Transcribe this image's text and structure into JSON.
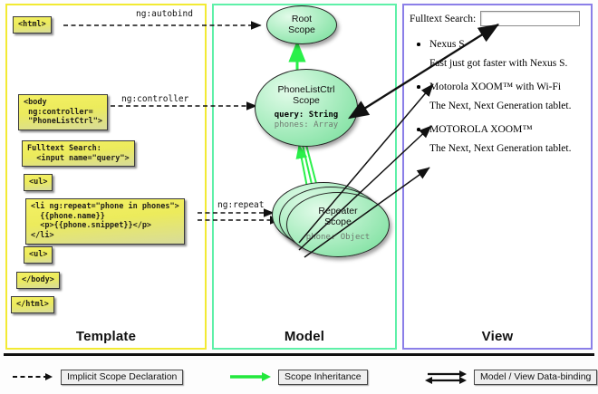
{
  "columns": [
    {
      "key": "template",
      "label": "Template",
      "accent": "#f2ea33"
    },
    {
      "key": "model",
      "label": "Model",
      "accent": "#5ef0a8"
    },
    {
      "key": "view",
      "label": "View",
      "accent": "#8b7fe8"
    }
  ],
  "template": {
    "boxes": [
      {
        "name": "html-open-tag",
        "text": "<html>"
      },
      {
        "name": "body-controller-tag",
        "text": "<body\n ng:controller=\n \"PhoneListCtrl\">"
      },
      {
        "name": "fulltext-search-markup",
        "text": "Fulltext Search:\n  <input name=\"query\">"
      },
      {
        "name": "ul-open-tag",
        "text": "<ul>"
      },
      {
        "name": "li-repeat-markup",
        "text": "<li ng:repeat=\"phone in phones\">\n  {{phone.name}}\n  <p>{{phone.snippet}}</p>\n</li>"
      },
      {
        "name": "ul-close-tag",
        "text": "<ul>"
      },
      {
        "name": "body-close-tag",
        "text": "</body>"
      },
      {
        "name": "html-close-tag",
        "text": "</html>"
      }
    ]
  },
  "edge_labels": {
    "autobind": "ng:autobind",
    "controller": "ng:controller",
    "repeat": "ng:repeat"
  },
  "model": {
    "scopes": [
      {
        "name": "root-scope",
        "title": "Root\nScope",
        "props": []
      },
      {
        "name": "phonelistctrl-scope",
        "title": "PhoneListCtrl\nScope",
        "props": [
          {
            "text": "query: String",
            "emphasis": "strong"
          },
          {
            "text": "phones: Array",
            "emphasis": "dim"
          }
        ]
      },
      {
        "name": "repeater-scope",
        "title": "Repeater\nScope",
        "props": [
          {
            "text": "phone: Object",
            "emphasis": "dim"
          }
        ]
      }
    ]
  },
  "view": {
    "search_label": "Fulltext Search:",
    "search_value": "",
    "search_placeholder": "",
    "items": [
      {
        "title": "Nexus S",
        "desc": "Fast just got faster with Nexus S."
      },
      {
        "title": "Motorola XOOM™  with Wi-Fi",
        "desc": "The Next, Next Generation tablet."
      },
      {
        "title": "MOTOROLA XOOM™",
        "desc": "The Next, Next Generation tablet."
      }
    ]
  },
  "legend": [
    {
      "name": "legend-implicit-scope-declaration",
      "label": "Implicit Scope Declaration",
      "style": "dashed-arrow",
      "color": "#111111"
    },
    {
      "name": "legend-scope-inheritance",
      "label": "Scope Inheritance",
      "style": "solid-arrow",
      "color": "#22e83c"
    },
    {
      "name": "legend-model-view-data-binding",
      "label": "Model / View Data-binding",
      "style": "double-arrow",
      "color": "#111111"
    }
  ]
}
